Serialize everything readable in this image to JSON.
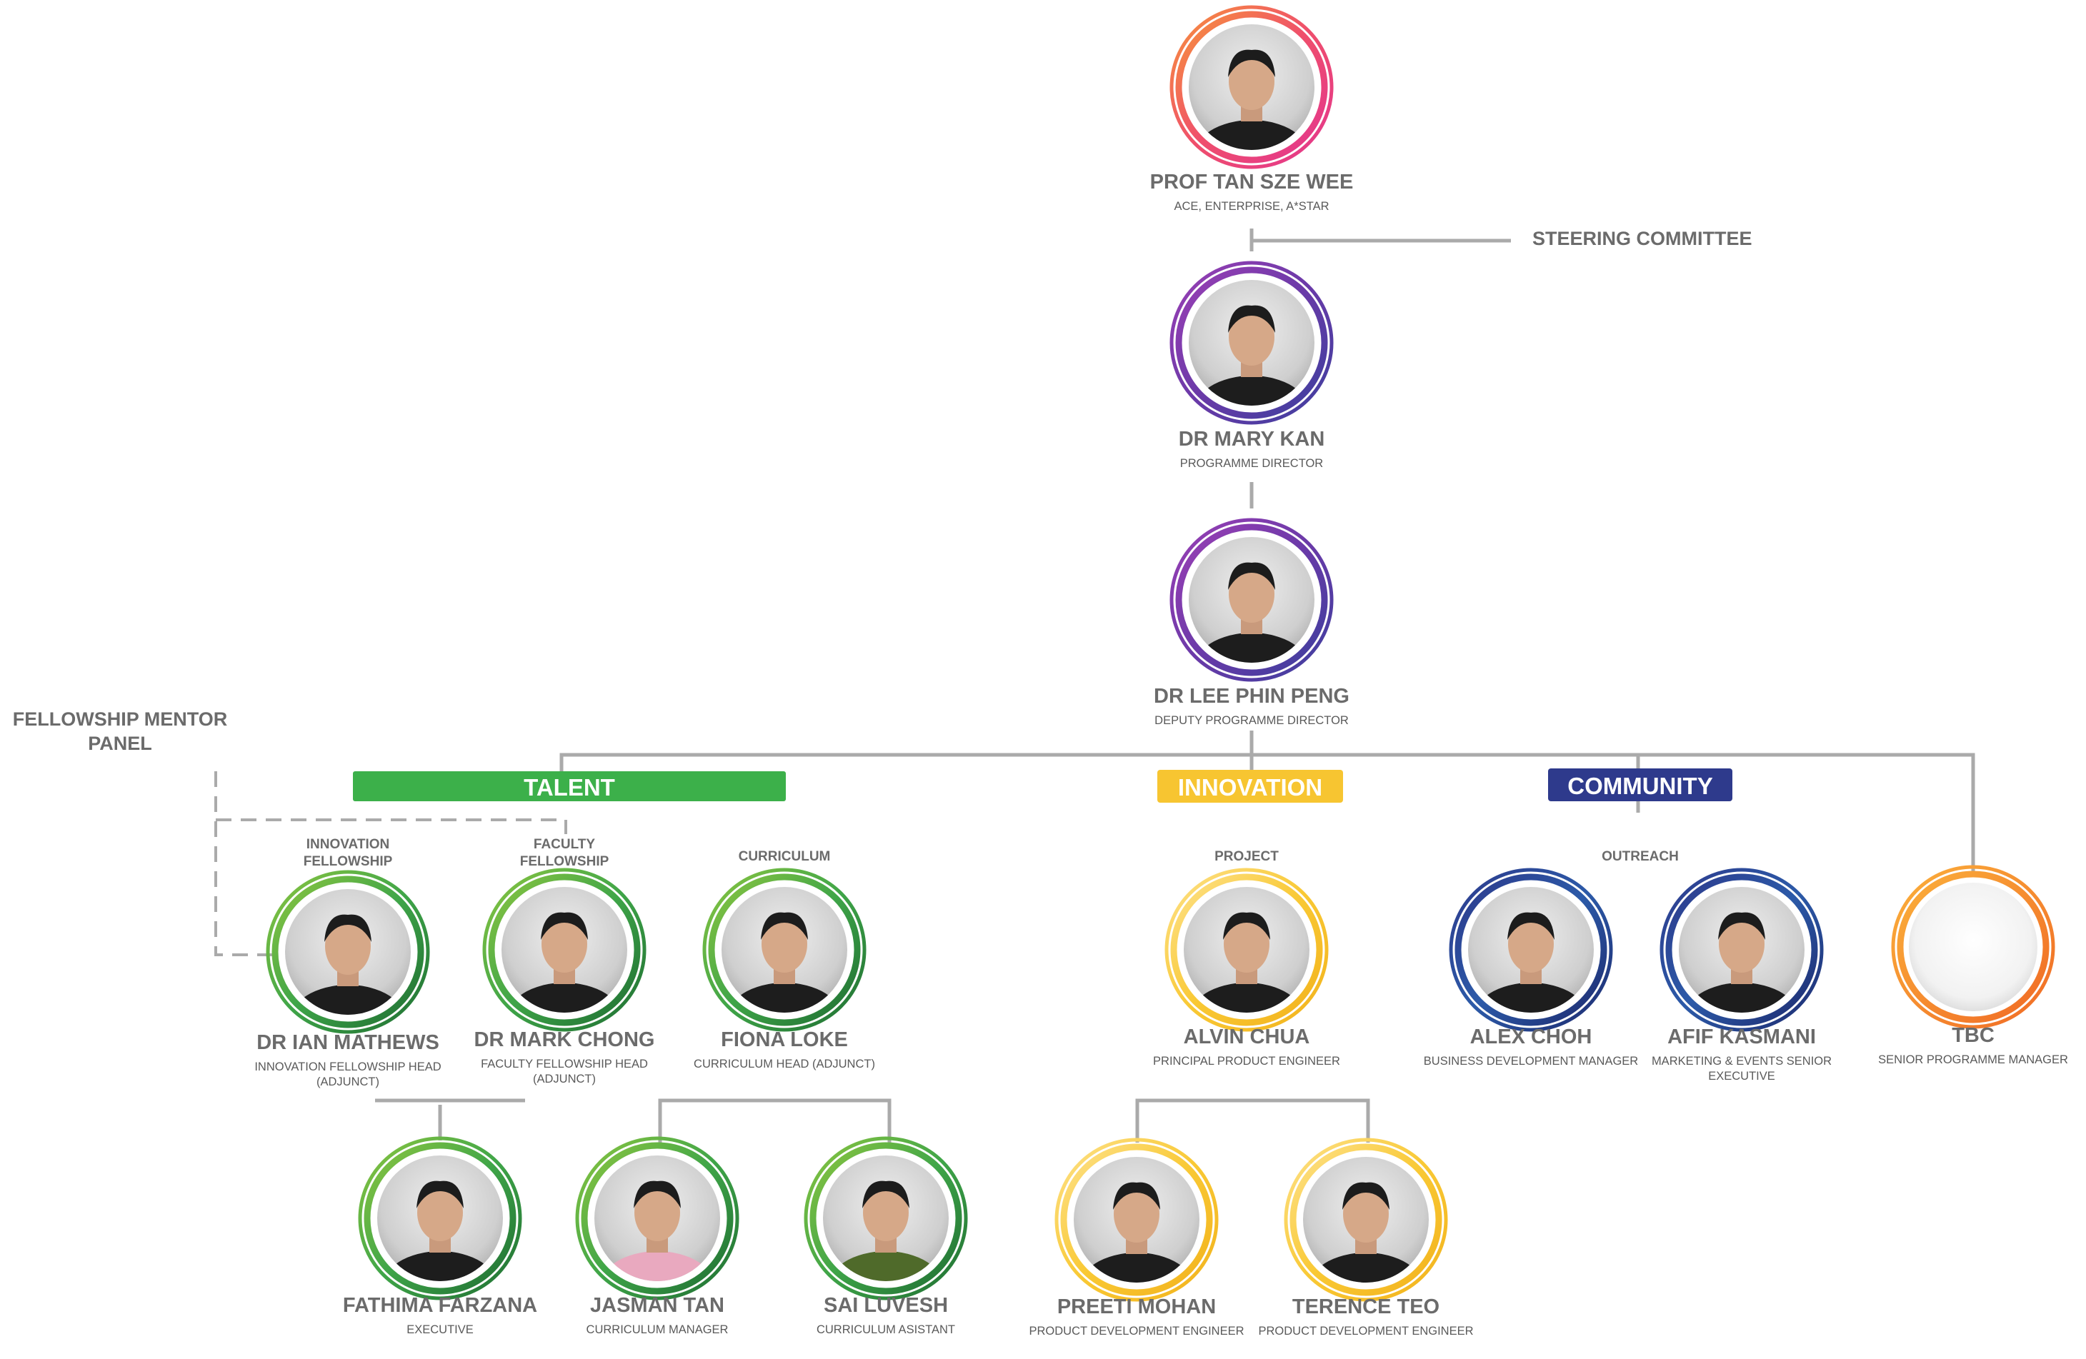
{
  "steering_committee": "STEERING COMMITTEE",
  "fellowship_panel": [
    "FELLOWSHIP MENTOR",
    "PANEL"
  ],
  "bands": {
    "talent": "TALENT",
    "innovation": "INNOVATION",
    "community": "COMMUNITY"
  },
  "sections": {
    "innovation_fellowship": [
      "INNOVATION",
      "FELLOWSHIP"
    ],
    "faculty_fellowship": [
      "FACULTY",
      "FELLOWSHIP"
    ],
    "curriculum": "CURRICULUM",
    "project": "PROJECT",
    "outreach": "OUTREACH"
  },
  "people": {
    "tan": {
      "name": "PROF TAN SZE WEE",
      "role": [
        "ACE, ENTERPRISE, A*STAR"
      ]
    },
    "kan": {
      "name": "DR MARY KAN",
      "role": [
        "PROGRAMME DIRECTOR"
      ]
    },
    "lee": {
      "name": "DR LEE PHIN PENG",
      "role": [
        "DEPUTY PROGRAMME DIRECTOR"
      ]
    },
    "mathews": {
      "name": "DR IAN MATHEWS",
      "role": [
        "INNOVATION FELLOWSHIP HEAD",
        "(ADJUNCT)"
      ]
    },
    "chong": {
      "name": "DR MARK CHONG",
      "role": [
        "FACULTY FELLOWSHIP HEAD",
        "(ADJUNCT)"
      ]
    },
    "loke": {
      "name": "FIONA LOKE",
      "role": [
        "CURRICULUM HEAD (ADJUNCT)"
      ]
    },
    "chua": {
      "name": "ALVIN CHUA",
      "role": [
        "PRINCIPAL PRODUCT ENGINEER"
      ]
    },
    "choh": {
      "name": "ALEX CHOH",
      "role": [
        "BUSINESS DEVELOPMENT MANAGER"
      ]
    },
    "kasmani": {
      "name": "AFIF KASMANI",
      "role": [
        "MARKETING & EVENTS SENIOR",
        "EXECUTIVE"
      ]
    },
    "tbc": {
      "name": "TBC",
      "role": [
        "SENIOR PROGRAMME MANAGER"
      ]
    },
    "farzana": {
      "name": "FATHIMA FARZANA",
      "role": [
        "EXECUTIVE"
      ]
    },
    "jasman": {
      "name": "JASMAN TAN",
      "role": [
        "CURRICULUM MANAGER"
      ]
    },
    "sai": {
      "name": "SAI LUVESH",
      "role": [
        "CURRICULUM ASISTANT"
      ]
    },
    "preeti": {
      "name": "PREETI MOHAN",
      "role": [
        "PRODUCT DEVELOPMENT ENGINEER"
      ]
    },
    "teo": {
      "name": "TERENCE TEO",
      "role": [
        "PRODUCT DEVELOPMENT ENGINEER"
      ]
    }
  },
  "colors": {
    "talent": "#3cb04a",
    "innovation": "#f7c531",
    "community": "#2e3a8c",
    "connector": "#aaaaaa",
    "text": "#6b6b6b"
  }
}
